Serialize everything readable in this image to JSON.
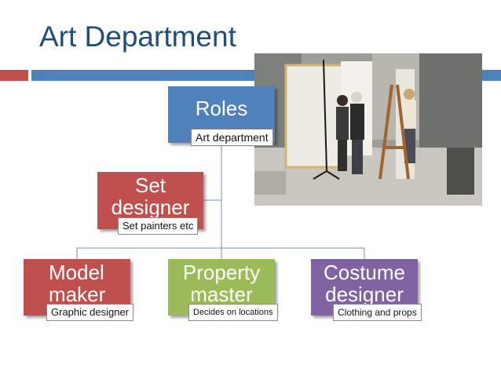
{
  "page": {
    "title": "Art Department"
  },
  "colors": {
    "title": "#1f4e79",
    "bar_left": "#c0504d",
    "bar_right": "#4f81bd",
    "roles_box": "#4f81bd",
    "set_box": "#c0504d",
    "model_box": "#c0504d",
    "property_box": "#9bbb59",
    "costume_box": "#8064a2"
  },
  "diagram": {
    "root": {
      "label": "Roles",
      "tag": "Art department"
    },
    "middle": {
      "label": "Set designer",
      "tag": "Set painters etc"
    },
    "children": [
      {
        "label": "Model maker",
        "tag": "Graphic designer"
      },
      {
        "label": "Property master",
        "tag": "Decides on locations"
      },
      {
        "label": "Costume designer",
        "tag": "Clothing and props"
      }
    ]
  }
}
